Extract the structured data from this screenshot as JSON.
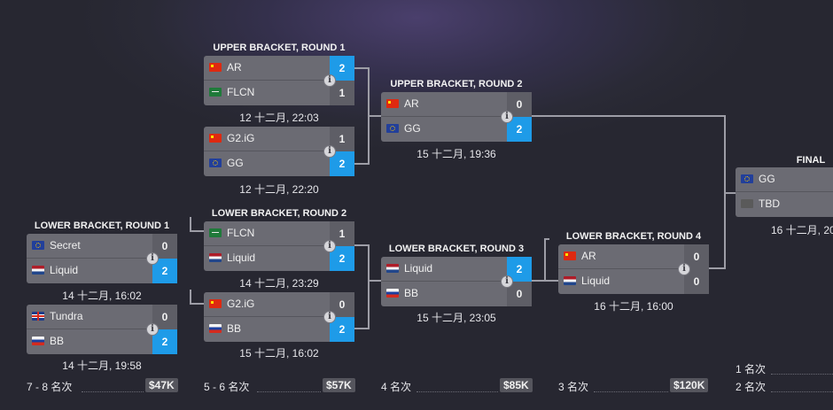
{
  "rounds": {
    "ub1": "UPPER BRACKET, ROUND 1",
    "ub2": "UPPER BRACKET, ROUND 2",
    "lb1": "LOWER BRACKET, ROUND 1",
    "lb2": "LOWER BRACKET, ROUND 2",
    "lb3": "LOWER BRACKET, ROUND 3",
    "lb4": "LOWER BRACKET, ROUND 4",
    "final": "FINAL"
  },
  "matches": {
    "ub1a": {
      "team1": {
        "name": "AR",
        "flag": "cn",
        "score": "2",
        "win": true
      },
      "team2": {
        "name": "FLCN",
        "flag": "sa",
        "score": "1",
        "win": false
      },
      "time": "12 十二月, 22:03"
    },
    "ub1b": {
      "team1": {
        "name": "G2.iG",
        "flag": "cn",
        "score": "1",
        "win": false
      },
      "team2": {
        "name": "GG",
        "flag": "eu",
        "score": "2",
        "win": true
      },
      "time": "12 十二月, 22:20"
    },
    "ub2": {
      "team1": {
        "name": "AR",
        "flag": "cn",
        "score": "0",
        "win": false
      },
      "team2": {
        "name": "GG",
        "flag": "eu",
        "score": "2",
        "win": true
      },
      "time": "15 十二月, 19:36"
    },
    "lb1a": {
      "team1": {
        "name": "Secret",
        "flag": "eu",
        "score": "0",
        "win": false
      },
      "team2": {
        "name": "Liquid",
        "flag": "nl",
        "score": "2",
        "win": true
      },
      "time": "14 十二月, 16:02"
    },
    "lb1b": {
      "team1": {
        "name": "Tundra",
        "flag": "gb",
        "score": "0",
        "win": false
      },
      "team2": {
        "name": "BB",
        "flag": "ru",
        "score": "2",
        "win": true
      },
      "time": "14 十二月, 19:58"
    },
    "lb2a": {
      "team1": {
        "name": "FLCN",
        "flag": "sa",
        "score": "1",
        "win": false
      },
      "team2": {
        "name": "Liquid",
        "flag": "nl",
        "score": "2",
        "win": true
      },
      "time": "14 十二月, 23:29"
    },
    "lb2b": {
      "team1": {
        "name": "G2.iG",
        "flag": "cn",
        "score": "0",
        "win": false
      },
      "team2": {
        "name": "BB",
        "flag": "ru",
        "score": "2",
        "win": true
      },
      "time": "15 十二月, 16:02"
    },
    "lb3": {
      "team1": {
        "name": "Liquid",
        "flag": "nl",
        "score": "2",
        "win": true
      },
      "team2": {
        "name": "BB",
        "flag": "ru",
        "score": "0",
        "win": false
      },
      "time": "15 十二月, 23:05"
    },
    "lb4": {
      "team1": {
        "name": "AR",
        "flag": "cn",
        "score": "0",
        "win": false
      },
      "team2": {
        "name": "Liquid",
        "flag": "nl",
        "score": "0",
        "win": false
      },
      "time": "16 十二月, 16:00"
    },
    "final": {
      "team1": {
        "name": "GG",
        "flag": "eu"
      },
      "team2": {
        "name": "TBD",
        "flag": "tbd"
      },
      "time": "16 十二月, 20"
    }
  },
  "info_icon": "i",
  "placements": [
    {
      "place": "7 - 8 名次",
      "prize": "$47K"
    },
    {
      "place": "5 - 6 名次",
      "prize": "$57K"
    },
    {
      "place": "4 名次",
      "prize": "$85K"
    },
    {
      "place": "3 名次",
      "prize": "$120K"
    },
    {
      "place": "1 名次",
      "prize": ""
    },
    {
      "place": "2 名次",
      "prize": ""
    }
  ],
  "colors": {
    "win": "#1e9be8",
    "card": "#6b6b73",
    "line": "#a0a0a8"
  }
}
